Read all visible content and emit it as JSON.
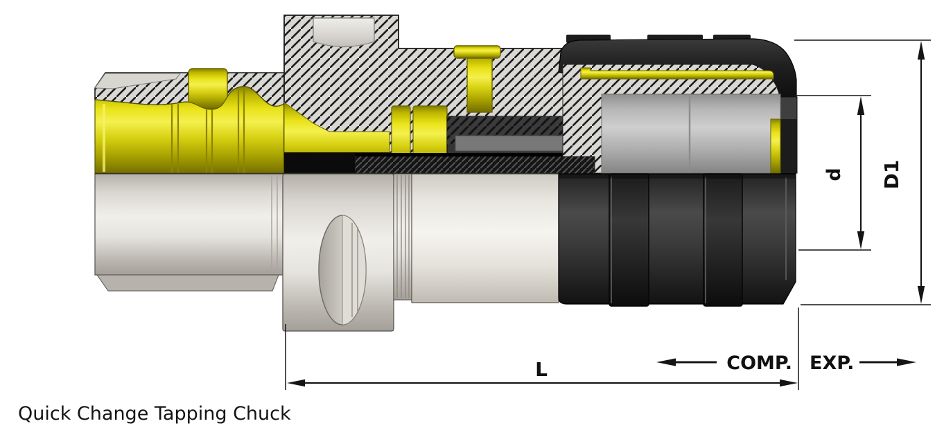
{
  "drawing": {
    "caption": "Quick Change Tapping Chuck",
    "labels": {
      "bore_diameter": "d",
      "outer_diameter": "D1",
      "length": "L",
      "compression": "COMP.",
      "expansion": "EXP."
    },
    "colors": {
      "component_yellow": "#d8d213",
      "steel_hatch_bg": "#d9d8d5",
      "hatch_line": "#191919",
      "body_gray": "#e7e5e0",
      "nut_black": "#1d1d1d",
      "dimension_line": "#151515"
    }
  }
}
